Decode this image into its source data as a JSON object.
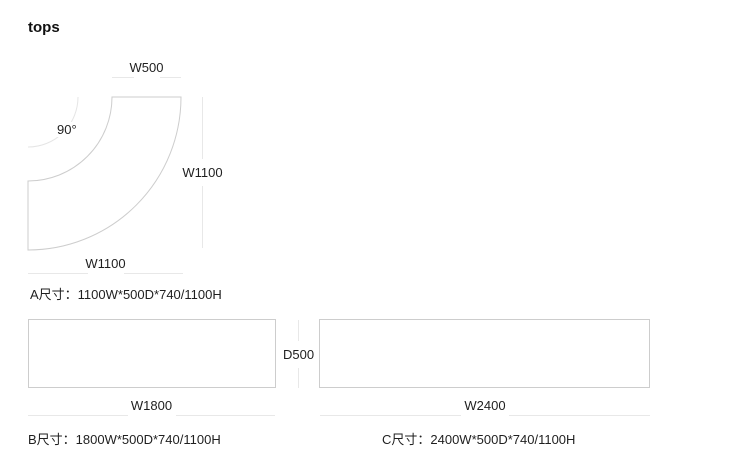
{
  "title": "tops",
  "colors": {
    "background": "#ffffff",
    "shape_outline": "#cdcdcd",
    "dimension_line": "#e8e8e8",
    "text": "#1f1f1f"
  },
  "figure_a": {
    "angle": "90°",
    "top_dim": "W500",
    "right_dim": "W1100",
    "bottom_dim": "W1100",
    "caption": "A尺寸：1100W*500D*740/1100H"
  },
  "figure_b": {
    "width_dim": "W1800",
    "caption": "B尺寸：1800W*500D*740/1100H"
  },
  "figure_c": {
    "width_dim": "W2400",
    "caption": "C尺寸：2400W*500D*740/1100H"
  },
  "depth": {
    "label": "D500"
  }
}
